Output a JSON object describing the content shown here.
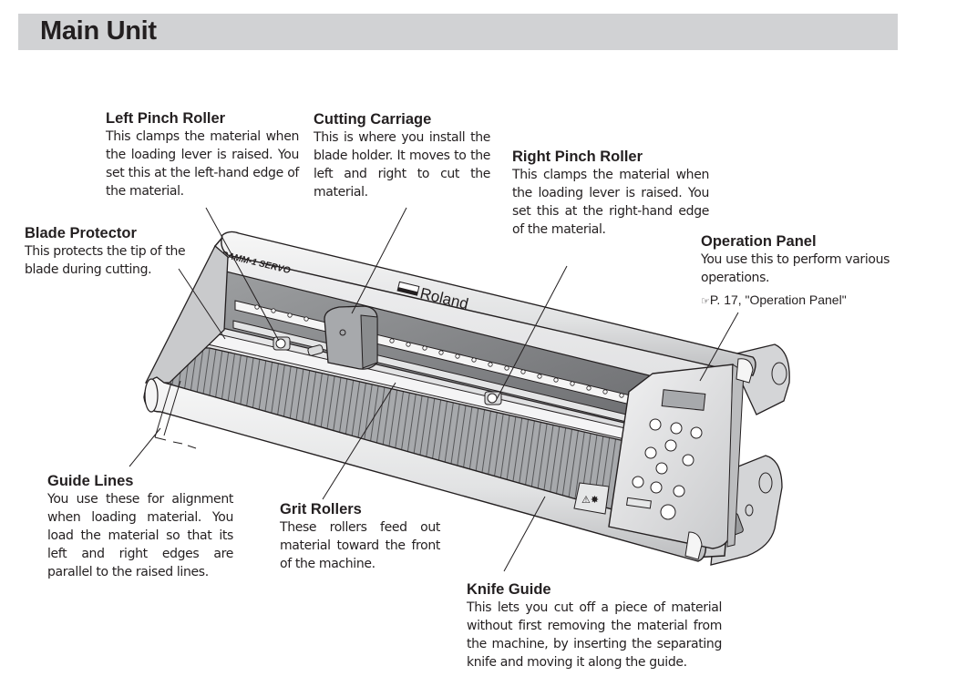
{
  "page": {
    "title": "Main Unit"
  },
  "callouts": {
    "left_pinch_roller": {
      "title": "Left Pinch Roller",
      "text": "This clamps the material when the loading lever is raised. You set this at the left-hand edge of the material."
    },
    "cutting_carriage": {
      "title": "Cutting Carriage",
      "text": "This is where you install the blade holder. It moves to the left and right to cut the material."
    },
    "right_pinch_roller": {
      "title": "Right Pinch Roller",
      "text": "This clamps the material when the loading lever is raised. You set this at the right-hand edge of the material."
    },
    "blade_protector": {
      "title": "Blade Protector",
      "text": "This protects the tip of the blade during cutting."
    },
    "operation_panel": {
      "title": "Operation Panel",
      "text": "You use this to perform various operations.",
      "ref_icon": "pointing-hand-icon",
      "ref_glyph": "☞",
      "ref_text": "P. 17, \"Operation Panel\""
    },
    "guide_lines": {
      "title": "Guide Lines",
      "text": "You use these for alignment when loading material. You load the material so that its left and right edges are parallel to the raised lines."
    },
    "grit_rollers": {
      "title": "Grit Rollers",
      "text": "These rollers feed out material toward the front of the machine."
    },
    "knife_guide": {
      "title": "Knife Guide",
      "text": "This lets you cut off a piece of material without first removing the material from the machine, by inserting the separating knife and moving it along the guide."
    }
  },
  "illustration": {
    "model_label": "CAMM-1 SERVO",
    "brand_label": "Roland",
    "colors": {
      "body": "#e6e7e8",
      "body_shade": "#c7c8ca",
      "dark": "#8a8c8e",
      "outline": "#231f20",
      "title_bar": "#d1d2d4"
    }
  }
}
